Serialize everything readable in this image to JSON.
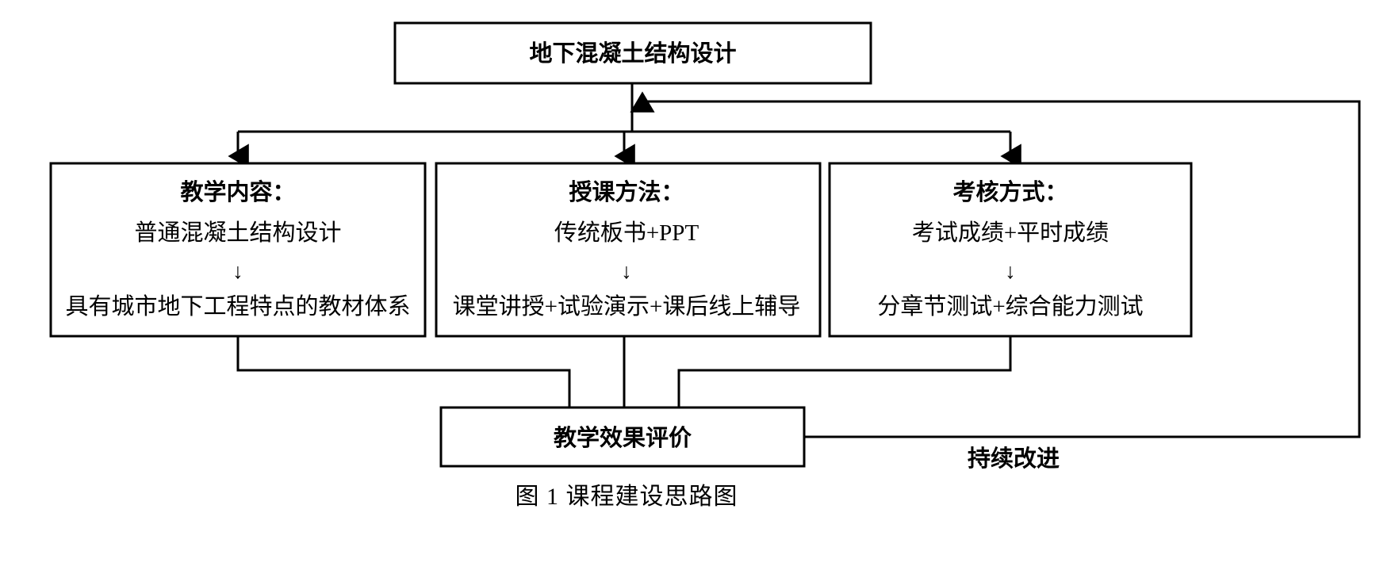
{
  "figure": {
    "caption": "图 1  课程建设思路图",
    "loop_label": "持续改进",
    "down_arrow_glyph": "↓"
  },
  "nodes": {
    "root": {
      "label": "地下混凝土结构设计"
    },
    "branches": [
      {
        "heading": "教学内容：",
        "before": "普通混凝土结构设计",
        "after": "具有城市地下工程特点的教材体系"
      },
      {
        "heading": "授课方法：",
        "before": "传统板书+PPT",
        "after": "课堂讲授+试验演示+课后线上辅导"
      },
      {
        "heading": "考核方式：",
        "before": "考试成绩+平时成绩",
        "after": "分章节测试+综合能力测试"
      }
    ],
    "result": {
      "label": "教学效果评价"
    }
  },
  "colors": {
    "stroke": "#000000",
    "fill": "#ffffff",
    "text": "#000000"
  }
}
